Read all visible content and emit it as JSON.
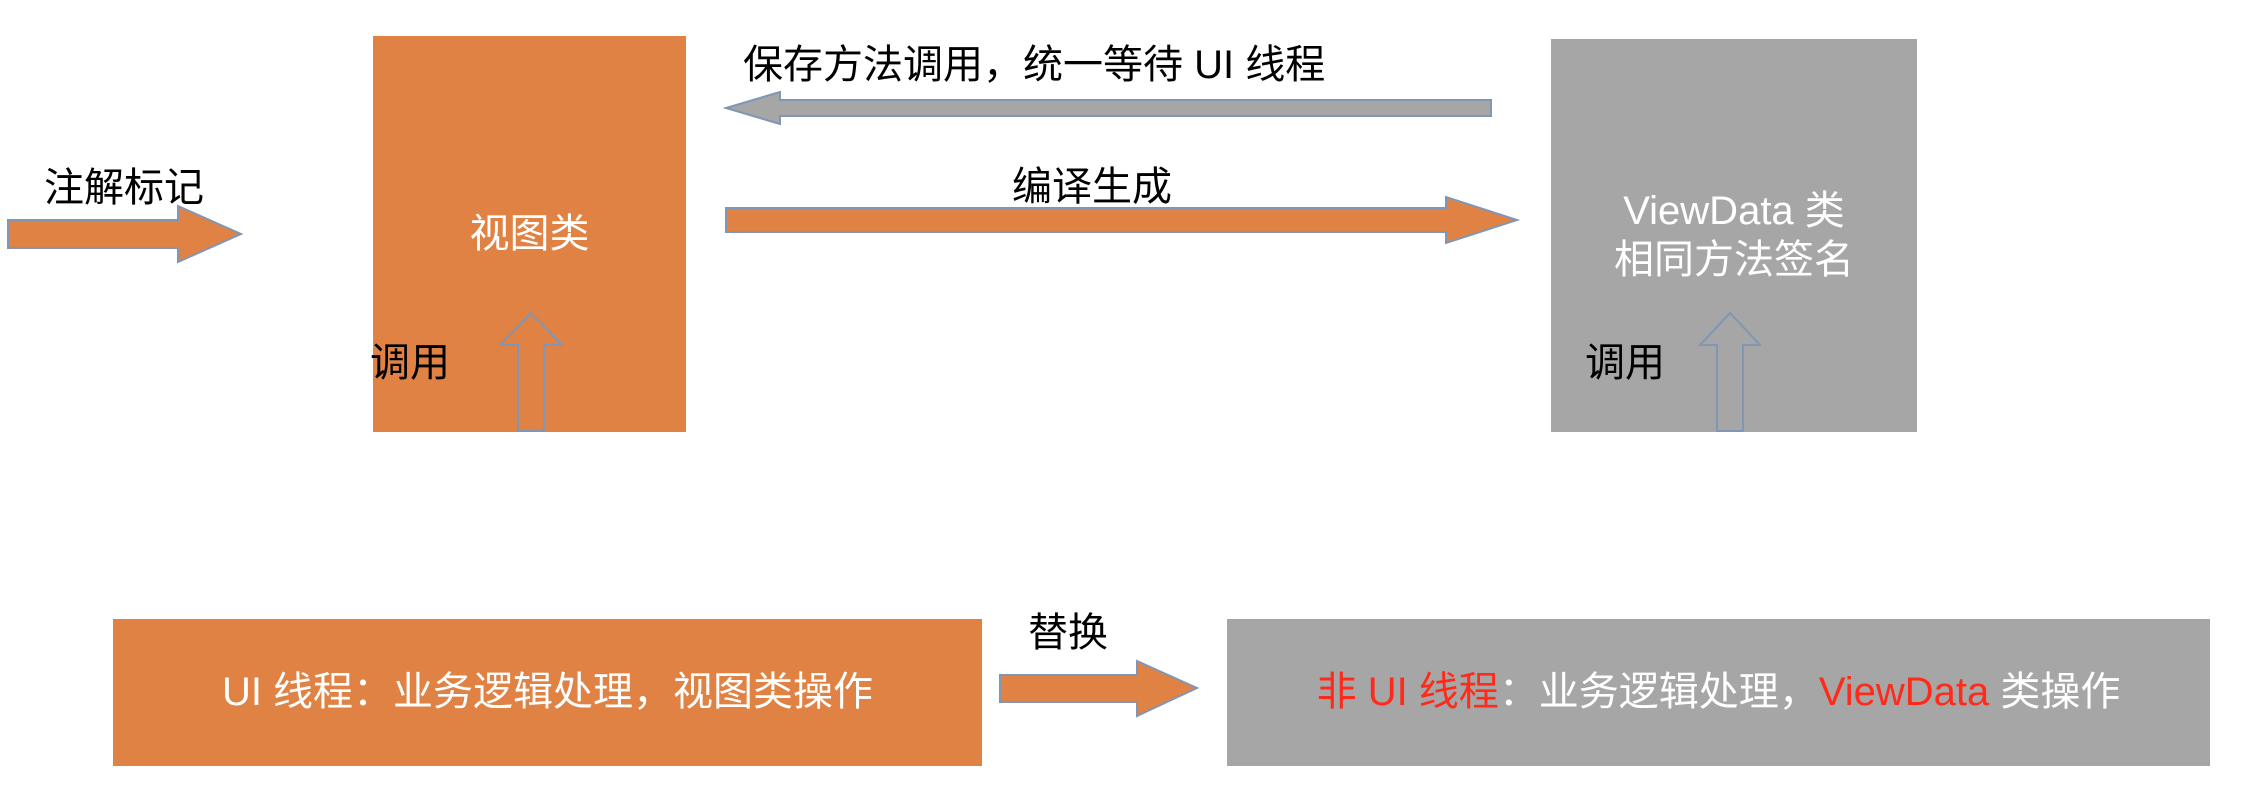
{
  "diagram": {
    "title_present": false,
    "background": "#FFFFFF",
    "colors": {
      "orange_fill": "#DF8244",
      "gray_fill": "#A6A6A6",
      "arrow_outline": "#8096B4",
      "red_text": "#FF2A1A",
      "white_text": "#FFFFFF",
      "black_text": "#000000"
    },
    "boxes": {
      "view_class": {
        "label": "视图类",
        "fill": "#DF8244",
        "text_color": "#FFFFFF"
      },
      "viewdata_class": {
        "line1": "ViewData 类",
        "line2": "相同方法签名",
        "fill": "#A6A6A6",
        "text_color": "#FFFFFF"
      },
      "ui_thread": {
        "label": "UI 线程：业务逻辑处理，视图类操作",
        "fill": "#DF8244",
        "text_color": "#FFFFFF"
      },
      "non_ui_thread": {
        "part1": "非 UI 线程",
        "part2": "：业务逻辑处理，",
        "part3": "ViewData",
        "part4": " 类操作",
        "fill": "#A6A6A6",
        "part1_color": "#FF2A1A",
        "part3_color": "#FF2A1A",
        "other_color": "#FFFFFF"
      }
    },
    "arrows": [
      {
        "name": "annotation-arrow",
        "label": "注解标记",
        "direction": "right",
        "color": "#DF8244",
        "from": "outside-left",
        "to": "view_class"
      },
      {
        "name": "save-method-arrow",
        "label": "保存方法调用，统一等待 UI 线程",
        "direction": "left",
        "color": "#A6A6A6",
        "from": "viewdata_class",
        "to": "view_class"
      },
      {
        "name": "compile-arrow",
        "label": "编译生成",
        "direction": "right",
        "color": "#DF8244",
        "from": "view_class",
        "to": "viewdata_class"
      },
      {
        "name": "call-left-arrow",
        "label": "调用",
        "direction": "up",
        "color": "#DF8244",
        "from": "ui_thread",
        "to": "view_class"
      },
      {
        "name": "call-right-arrow",
        "label": "调用",
        "direction": "up",
        "color": "#A6A6A6",
        "from": "non_ui_thread",
        "to": "viewdata_class"
      },
      {
        "name": "replace-arrow",
        "label": "替换",
        "direction": "right",
        "color": "#DF8244",
        "from": "ui_thread",
        "to": "non_ui_thread"
      }
    ]
  }
}
